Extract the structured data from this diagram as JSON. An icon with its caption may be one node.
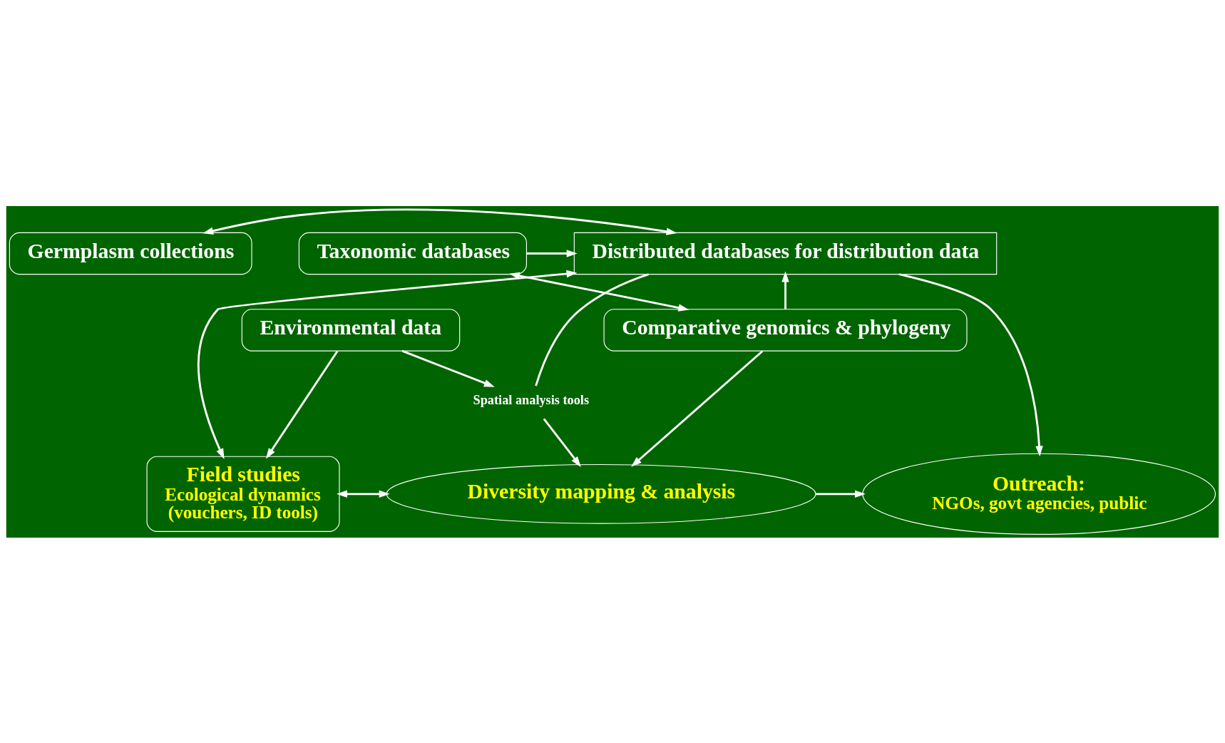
{
  "diagram": {
    "nodes": [
      {
        "text": [
          "Germplasm collections"
        ]
      },
      {
        "text": [
          "Distributed databases for distribution data"
        ]
      },
      {
        "text": [
          "Taxonomic databases"
        ]
      },
      {
        "text": [
          "Environmental data"
        ]
      },
      {
        "text": [
          "Comparative genomics & phylogeny"
        ]
      },
      {
        "text": [
          "Spatial analysis tools"
        ]
      },
      {
        "text": [
          "Field studies",
          "Ecological dynamics",
          "(vouchers, ID tools)"
        ]
      },
      {
        "text": [
          "Diversity mapping & analysis"
        ]
      },
      {
        "text": [
          "Outreach:",
          "NGOs, govt agencies, public"
        ]
      }
    ],
    "edges": [
      {
        "from": 0,
        "to": 1,
        "arrow": "both"
      },
      {
        "from": 2,
        "to": 1,
        "arrow": "to"
      },
      {
        "from": 2,
        "to": 4,
        "arrow": "both"
      },
      {
        "from": 4,
        "to": 1,
        "arrow": "to"
      },
      {
        "from": 3,
        "to": 6,
        "arrow": "to"
      },
      {
        "from": 3,
        "to": 5,
        "arrow": "to"
      },
      {
        "from": 6,
        "to": 1,
        "arrow": "both"
      },
      {
        "from": 1,
        "to": 5,
        "arrow": "none"
      },
      {
        "from": 5,
        "to": 7,
        "arrow": "to"
      },
      {
        "from": 1,
        "to": 8,
        "arrow": "to"
      },
      {
        "from": 4,
        "to": 7,
        "arrow": "to"
      },
      {
        "from": 6,
        "to": 7,
        "arrow": "both"
      },
      {
        "from": 7,
        "to": 8,
        "arrow": "to"
      }
    ]
  }
}
